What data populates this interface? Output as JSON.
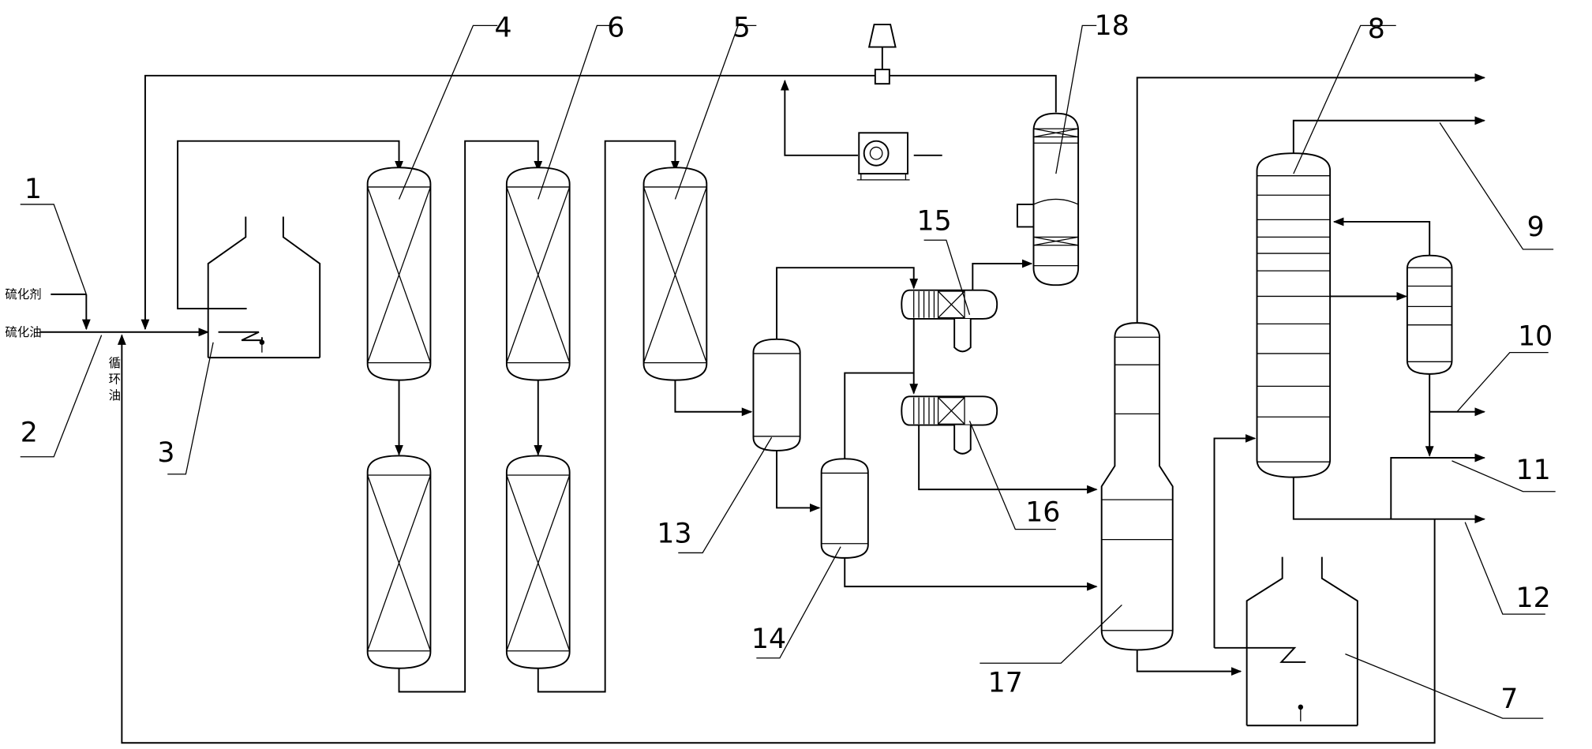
{
  "labels": {
    "n1": "1",
    "n2": "2",
    "n3": "3",
    "n4": "4",
    "n5": "5",
    "n6": "6",
    "n7": "7",
    "n8": "8",
    "n9": "9",
    "n10": "10",
    "n11": "11",
    "n12": "12",
    "n13": "13",
    "n14": "14",
    "n15": "15",
    "n16": "16",
    "n17": "17",
    "n18": "18"
  },
  "streams": {
    "sulfiding_agent": "硫化剂",
    "sulfurized_oil": "硫化油",
    "recycle_oil_1": "循",
    "recycle_oil_2": "环",
    "recycle_oil_3": "油"
  }
}
